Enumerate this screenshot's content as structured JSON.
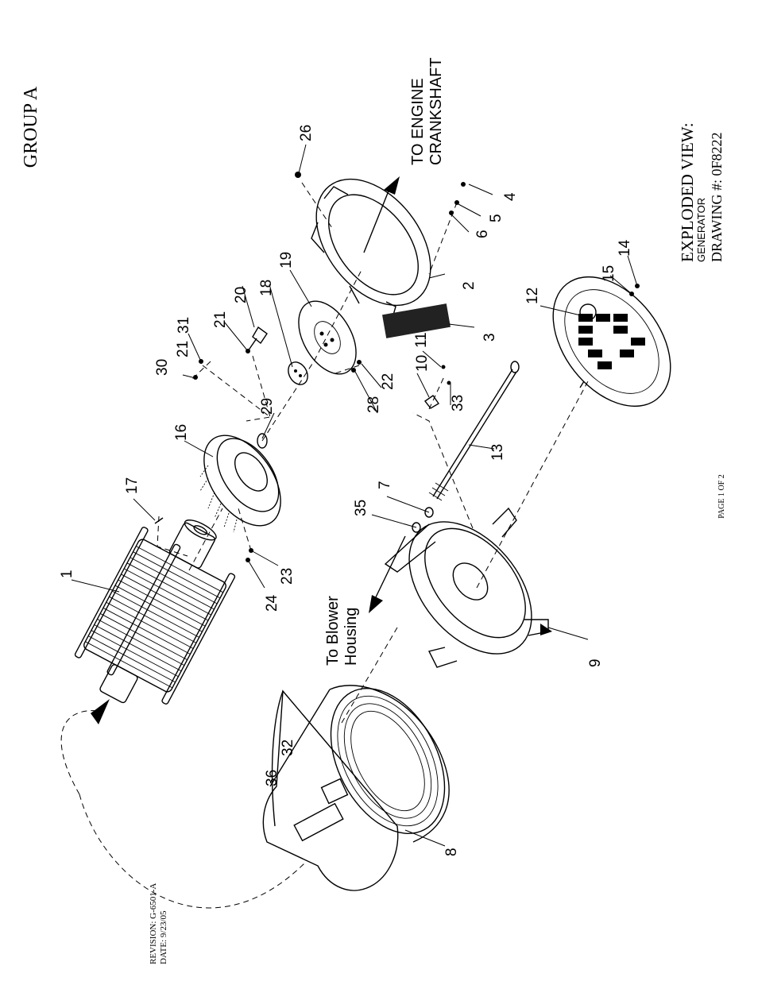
{
  "header": {
    "group": "GROUP A"
  },
  "title_block": {
    "title": "EXPLODED VIEW:",
    "subtitle": "GENERATOR",
    "drawing": "DRAWING #: 0F8222"
  },
  "page_label": "PAGE 1 OF 2",
  "revision": {
    "revision": "REVISION: G-6501-A",
    "date": "DATE:  9/23/05"
  },
  "annotations": {
    "engine": [
      "TO ENGINE",
      "CRANKSHAFT"
    ],
    "blower": [
      "To Blower",
      "Housing"
    ]
  },
  "callouts": [
    "1",
    "2",
    "3",
    "4",
    "5",
    "6",
    "7",
    "8",
    "9",
    "10",
    "11",
    "12",
    "13",
    "14",
    "15",
    "16",
    "17",
    "18",
    "19",
    "20",
    "21",
    "21",
    "22",
    "23",
    "24",
    "26",
    "28",
    "29",
    "30",
    "31",
    "32",
    "33",
    "35",
    "36"
  ]
}
